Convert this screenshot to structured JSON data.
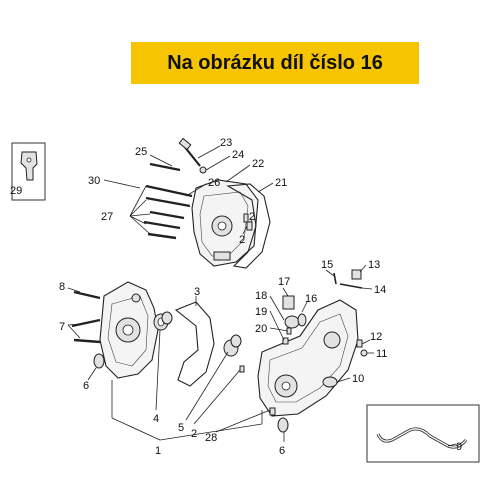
{
  "banner": {
    "text": "Na obrázku díl číslo 16",
    "color": "#f6c400"
  },
  "callouts": {
    "c1": "1",
    "c2a": "2",
    "c2b": "2",
    "c2c": "2",
    "c3": "3",
    "c4": "4",
    "c5": "5",
    "c6a": "6",
    "c6b": "6",
    "c7": "7",
    "c8": "8",
    "c9": "9",
    "c10": "10",
    "c11": "11",
    "c12": "12",
    "c13": "13",
    "c14": "14",
    "c15": "15",
    "c16": "16",
    "c17": "17",
    "c18": "18",
    "c19": "19",
    "c20": "20",
    "c21": "21",
    "c22": "22",
    "c23": "23",
    "c24": "24",
    "c25": "25",
    "c26": "26",
    "c27": "27",
    "c28": "28",
    "c29": "29",
    "c30": "30"
  }
}
